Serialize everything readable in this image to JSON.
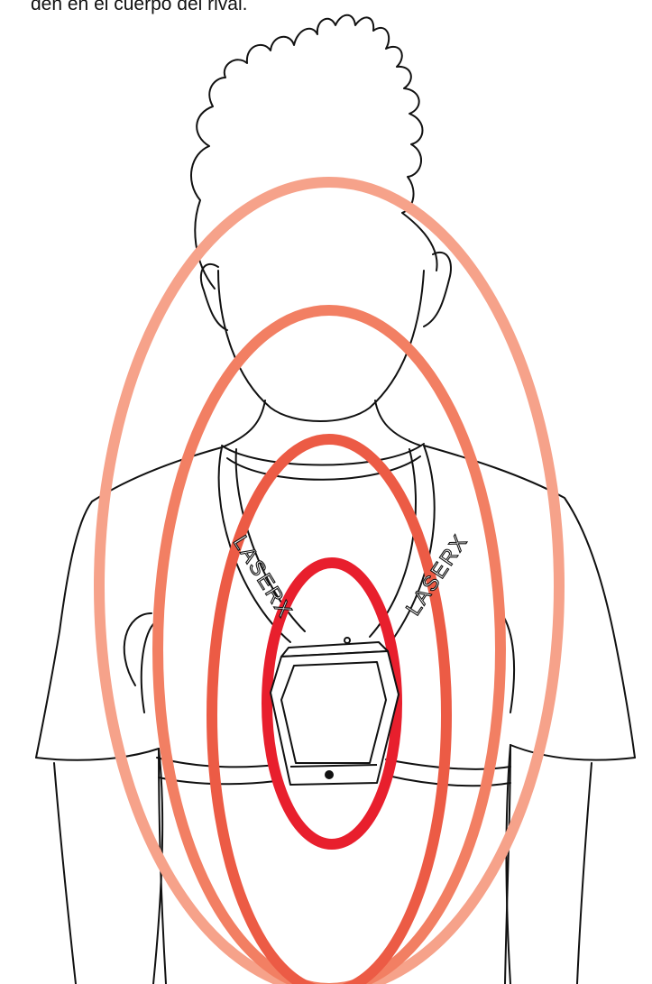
{
  "caption": {
    "text": "den en el cuerpo del rival."
  },
  "illustration": {
    "strap_brand_left": "LASERX",
    "strap_brand_right": "LASERX",
    "ring_colors": [
      "#f6a28a",
      "#f27f63",
      "#ec5b45",
      "#e81f2d"
    ],
    "line_color": "#111111"
  }
}
